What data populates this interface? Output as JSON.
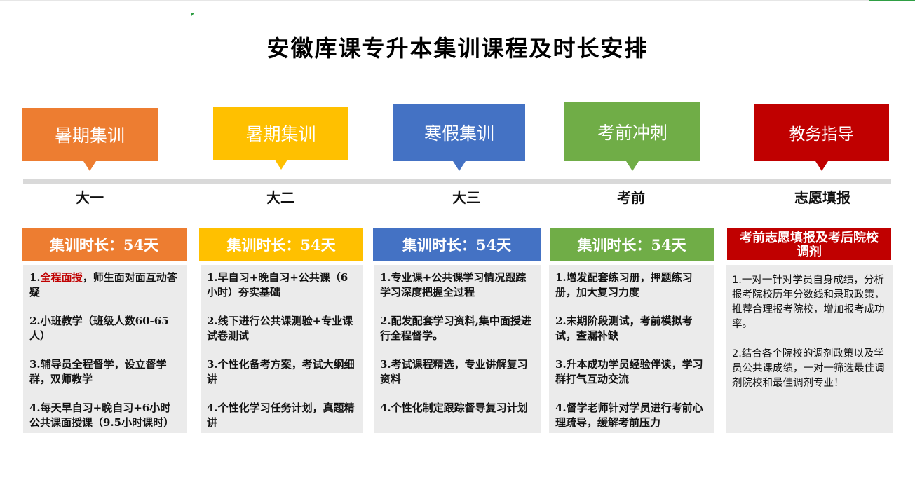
{
  "title": "安徽库课专升本集训课程及时长安排",
  "colors": {
    "orange": "#ed7d31",
    "yellow": "#ffc000",
    "blue": "#4472c4",
    "green": "#70ad47",
    "red": "#c00000"
  },
  "phases": [
    {
      "label": "暑期集训",
      "year": "大一",
      "duration": "集训时长：54天",
      "items": [
        {
          "pre": "1.",
          "em": "全程面授",
          "post": "，师生面对面互动答疑"
        },
        {
          "text": "2.小班教学（班级人数60-65人）"
        },
        {
          "text": "3.辅导员全程督学，设立督学群，双师教学"
        },
        {
          "text": "4.每天早自习+晚自习+6小时公共课面授课（9.5小时课时）"
        }
      ]
    },
    {
      "label": "暑期集训",
      "year": "大二",
      "duration": "集训时长：54天",
      "items": [
        {
          "text": "1.早自习+晚自习+公共课（6小时）夯实基础"
        },
        {
          "text": "2.线下进行公共课测验+专业课试卷测试"
        },
        {
          "text": "3.个性化备考方案，考试大纲细讲"
        },
        {
          "text": "4.个性化学习任务计划，真题精讲"
        }
      ]
    },
    {
      "label": "寒假集训",
      "year": "大三",
      "duration": "集训时长：54天",
      "items": [
        {
          "text": "1.专业课+公共课学习情况跟踪学习深度把握全过程"
        },
        {
          "text": "2.配发配套学习资料,集中面授进行全程督学。"
        },
        {
          "text": "3.考试课程精选，专业讲解复习资料"
        },
        {
          "text": "4.个性化制定跟踪督导复习计划"
        }
      ]
    },
    {
      "label": "考前冲刺",
      "year": "考前",
      "duration": "集训时长：54天",
      "items": [
        {
          "text": "1.增发配套练习册，押题练习册，加大复习力度"
        },
        {
          "text": "2.末期阶段测试，考前模拟考试，查漏补缺"
        },
        {
          "text": "3.升本成功学员经验伴读，学习群打气互动交流"
        },
        {
          "text": "4.督学老师针对学员进行考前心理疏导，缓解考前压力"
        }
      ]
    },
    {
      "label": "教务指导",
      "year": "志愿填报",
      "duration": "考前志愿填报及考后院校调剂",
      "items": [
        {
          "text": "1.一对一针对学员自身成绩，分析报考院校历年分数线和录取政策，推荐合理报考院校，增加报考成功率。"
        },
        {
          "text": "2.结合各个院校的调剂政策以及学员公共课成绩，一对一筛选最佳调剂院校和最佳调剂专业！"
        }
      ]
    }
  ]
}
